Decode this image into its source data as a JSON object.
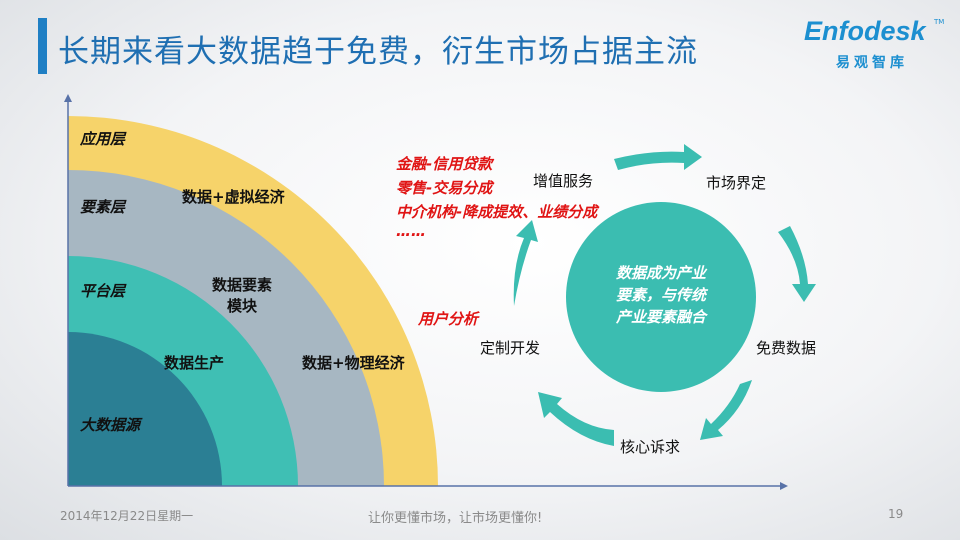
{
  "title": "长期来看大数据趋于免费，衍生市场占据主流",
  "logo": {
    "name": "Enfodesk",
    "tm": "TM",
    "sub": "易观智库"
  },
  "layers": {
    "application": "应用层",
    "element": "要素层",
    "platform": "平台层",
    "source": "大数据源"
  },
  "ring_labels": {
    "virtual_economy": "数据+虚拟经济",
    "module": "数据要素\n模块",
    "production": "数据生产",
    "physical_economy": "数据+物理经济"
  },
  "red_notes": {
    "finance": "金融-信用贷款",
    "retail": "零售-交易分成",
    "intermediary": "中介机构-降成提效、业绩分成",
    "ellipsis": "……",
    "user_analysis": "用户分析"
  },
  "cycle": {
    "center": "数据成为产业\n要素，与传统\n产业要素融合",
    "value_added": "增值服务",
    "market": "市场界定",
    "free_data": "免费数据",
    "core_demand": "核心诉求",
    "custom_dev": "定制开发"
  },
  "colors": {
    "application": "#f6d36a",
    "element": "#a7b7c2",
    "platform": "#3fbfb4",
    "source": "#2b7f94",
    "cycle": "#3bbdb1",
    "title": "#1f6fb2",
    "note": "#e01414"
  },
  "footer": {
    "date": "2014年12月22日星期一",
    "slogan": "让你更懂市场，让市场更懂你!",
    "page": "19"
  }
}
